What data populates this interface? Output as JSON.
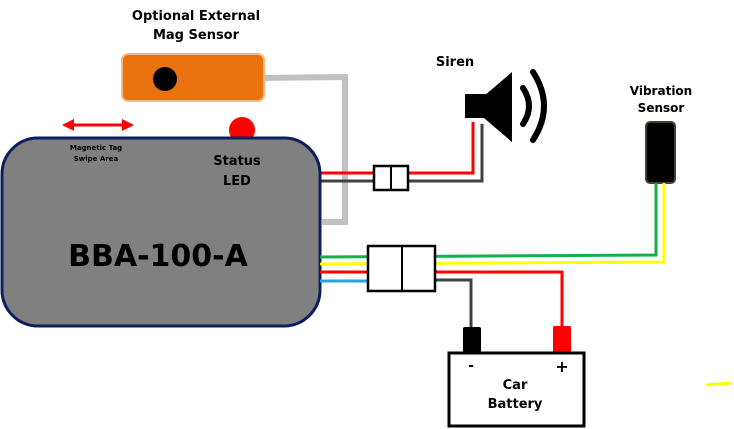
{
  "diagram": {
    "mag_sensor": {
      "label_line1": "Optional External",
      "label_line2": "Mag Sensor",
      "color": "#e8730e"
    },
    "main_unit": {
      "model": "BBA-100-A",
      "color": "#808080",
      "border": "#0b1f5e"
    },
    "swipe_area": {
      "label_line1": "Magnetic Tag",
      "label_line2": "Swipe Area"
    },
    "status_led": {
      "label_line1": "Status",
      "label_line2": "LED",
      "color": "#ff0000"
    },
    "siren": {
      "label": "Siren"
    },
    "vibration_sensor": {
      "label_line1": "Vibration",
      "label_line2": "Sensor"
    },
    "battery": {
      "label_line1": "Car",
      "label_line2": "Battery",
      "negative": "-",
      "positive": "+"
    },
    "wire_colors": {
      "red": "#ff0000",
      "black": "#404040",
      "grey": "#c0c0c0",
      "green": "#13b04a",
      "yellow": "#ffff00",
      "blue": "#1ea7e8"
    }
  }
}
